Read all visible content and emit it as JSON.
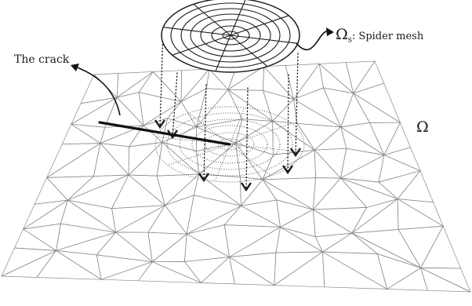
{
  "labels": {
    "crack": "The crack",
    "spider_symbol": "Ω",
    "spider_subscript": "s",
    "spider_text": ": Spider mesh",
    "domain": "Ω"
  },
  "colors": {
    "ink": "#1a1a1a",
    "mesh": "#8a8a8a",
    "projection": "#555555"
  }
}
